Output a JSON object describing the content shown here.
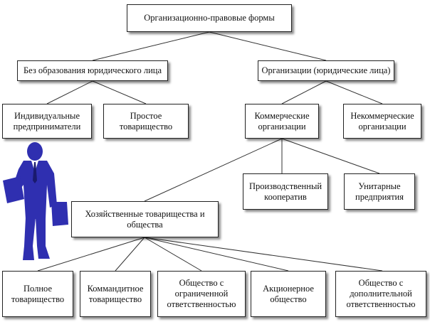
{
  "nodes": {
    "root": "Организационно-правовые формы",
    "without_legal": "Без образования юридического лица",
    "organizations": "Организации (юридические лица)",
    "individual_entrepreneurs": "Индивидуальные\nпредприниматели",
    "simple_partnership": "Простое\nтоварищество",
    "commercial": "Коммерческие\nорганизации",
    "noncommercial": "Некоммерческие\nорганизации",
    "production_cooperative": "Производственный\nкооператив",
    "unitary": "Унитарные\nпредприятия",
    "economic_partnerships": "Хозяйственные товарищества и\nобщества",
    "full_partnership": "Полное\nтоварищество",
    "limited_partnership": "Коммандитное\nтоварищество",
    "llc": "Общество с\nограниченной\nответственностью",
    "joint_stock": "Акционерное\nобщество",
    "additional_liability": "Общество с\nдополнительной\nответственностью"
  },
  "icons": {
    "figure": "businessman-with-folder-icon"
  },
  "colors": {
    "figure": "#2f2fb0",
    "border": "#222222",
    "line": "#333333"
  }
}
